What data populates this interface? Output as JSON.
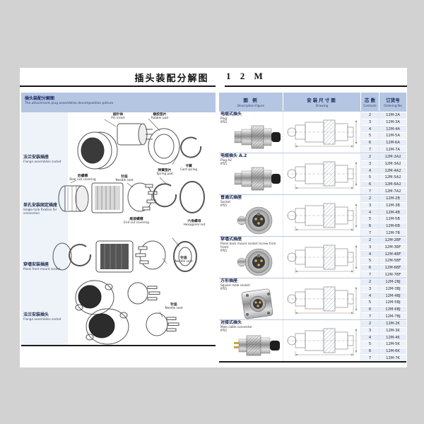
{
  "page": {
    "left_title": "插头装配分解图",
    "right_title": "1 2 M"
  },
  "colors": {
    "header_blue": "#b5c6e2",
    "row_stripe": "#e7edf7",
    "rule_dark": "#1b1b1b",
    "page_bg": "#ffffff",
    "surround_gray": "#d2d2d2"
  },
  "left_panel": {
    "header_cn": "插头装配分解图",
    "header_en": "The attachment plug assemblies decomposition picture",
    "rows": [
      {
        "cn": "法兰安装插座",
        "en": "Flange assemblies socket"
      },
      {
        "cn": "单孔安装固定插座",
        "en": "Single-hole fixation for connection"
      },
      {
        "cn": "穿墙安装插座",
        "en": "Panel front mount socket"
      },
      {
        "cn": "法兰安装插头",
        "en": "Flange assemblies socket"
      }
    ],
    "part_labels": [
      {
        "cn": "插针体",
        "en": "Pin insert"
      },
      {
        "cn": "橡胶垫片",
        "en": "Rubber pad"
      },
      {
        "cn": "卡簧",
        "en": "Card spring"
      },
      {
        "cn": "后螺帽",
        "en": "Rear nut covering"
      },
      {
        "cn": "针座",
        "en": "Needle seat"
      },
      {
        "cn": "弹簧垫片",
        "en": "Spring pad"
      },
      {
        "cn": "六角螺母",
        "en": "Hexagonal nut"
      },
      {
        "cn": "尾部螺帽",
        "en": "End nut covering"
      },
      {
        "cn": "针座",
        "en": "Needle seat"
      },
      {
        "cn": "针座",
        "en": "Needle seat"
      }
    ]
  },
  "table": {
    "headers": [
      {
        "cn": "图 例",
        "en": "Description-Figure"
      },
      {
        "cn": "安装尺寸图",
        "en": "Drawing"
      },
      {
        "cn": "芯 数",
        "en": "Contacts"
      },
      {
        "cn": "订货号",
        "en": "Ordering-No"
      }
    ],
    "groups": [
      {
        "cn": "电缆式插头",
        "en": "Plug",
        "ip": "IP55",
        "rows": [
          {
            "contacts": "2",
            "order": "12M-2A"
          },
          {
            "contacts": "3",
            "order": "12M-3A"
          },
          {
            "contacts": "4",
            "order": "12M-4A"
          },
          {
            "contacts": "5",
            "order": "12M-5A"
          },
          {
            "contacts": "6",
            "order": "12M-6A"
          },
          {
            "contacts": "7",
            "order": "12M-7A"
          }
        ]
      },
      {
        "cn": "电缆插头 A.2",
        "en": "Plug A2",
        "ip": "IP55",
        "rows": [
          {
            "contacts": "2",
            "order": "12M-2A2"
          },
          {
            "contacts": "3",
            "order": "12M-3A2"
          },
          {
            "contacts": "4",
            "order": "12M-4A2"
          },
          {
            "contacts": "5",
            "order": "12M-5A2"
          },
          {
            "contacts": "6",
            "order": "12M-6A2"
          },
          {
            "contacts": "7",
            "order": "12M-7A2"
          }
        ]
      },
      {
        "cn": "普通式插座",
        "en": "Socket",
        "ip": "IP55",
        "rows": [
          {
            "contacts": "2",
            "order": "12M-2B"
          },
          {
            "contacts": "3",
            "order": "12M-3B"
          },
          {
            "contacts": "4",
            "order": "12M-4B"
          },
          {
            "contacts": "5",
            "order": "12M-5B"
          },
          {
            "contacts": "6",
            "order": "12M-6B"
          },
          {
            "contacts": "7",
            "order": "12M-7B"
          }
        ]
      },
      {
        "cn": "穿墙式插座",
        "en": "Panel back mount socket (screw from front)",
        "ip": "IP55",
        "rows": [
          {
            "contacts": "2",
            "order": "12M-2BF"
          },
          {
            "contacts": "3",
            "order": "12M-3BF"
          },
          {
            "contacts": "4",
            "order": "12M-4BF"
          },
          {
            "contacts": "5",
            "order": "12M-5BF"
          },
          {
            "contacts": "6",
            "order": "12M-6BF"
          },
          {
            "contacts": "7",
            "order": "12M-7BF"
          }
        ]
      },
      {
        "cn": "方形插座",
        "en": "Square male socket",
        "ip": "IP55",
        "rows": [
          {
            "contacts": "2",
            "order": "12M-2BJ"
          },
          {
            "contacts": "3",
            "order": "12M-3BJ"
          },
          {
            "contacts": "4",
            "order": "12M-4BJ"
          },
          {
            "contacts": "5",
            "order": "12M-5BJ"
          },
          {
            "contacts": "6",
            "order": "12M-6BJ"
          },
          {
            "contacts": "7",
            "order": "12M-7BJ"
          }
        ]
      },
      {
        "cn": "对接式插头",
        "en": "Male cable connector",
        "ip": "IP55",
        "rows": [
          {
            "contacts": "2",
            "order": "12M-2K"
          },
          {
            "contacts": "3",
            "order": "12M-3K"
          },
          {
            "contacts": "4",
            "order": "12M-4K"
          },
          {
            "contacts": "5",
            "order": "12M-5K"
          },
          {
            "contacts": "6",
            "order": "12M-6K"
          },
          {
            "contacts": "7",
            "order": "12M-7K"
          }
        ]
      }
    ]
  }
}
